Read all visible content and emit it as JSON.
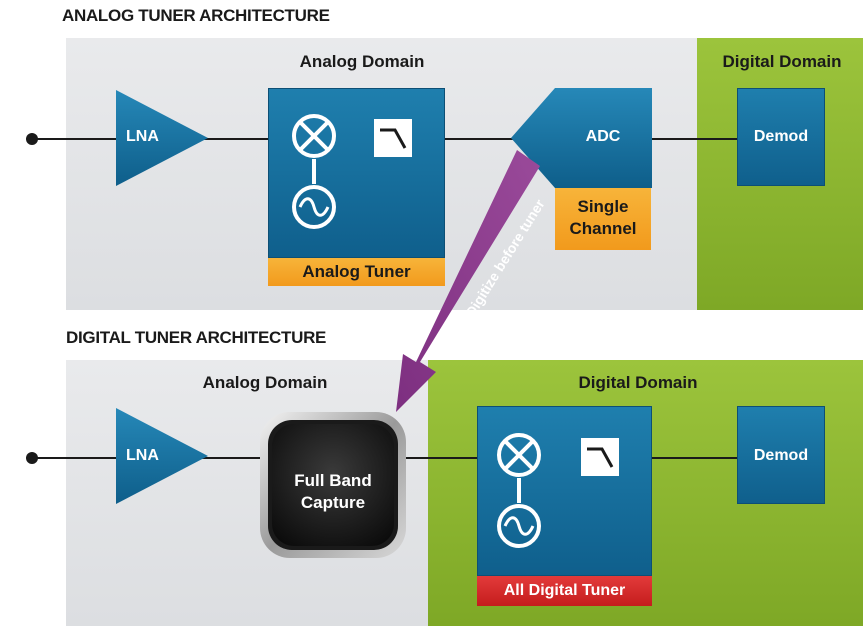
{
  "top": {
    "title": "ANALOG TUNER ARCHITECTURE",
    "analog_domain": "Analog Domain",
    "digital_domain": "Digital Domain",
    "lna": "LNA",
    "tuner_label": "Analog Tuner",
    "adc": "ADC",
    "single_channel_line1": "Single",
    "single_channel_line2": "Channel",
    "demod": "Demod"
  },
  "arrow": {
    "label": "Digitize before tuner",
    "color": "#8e3b8e"
  },
  "bottom": {
    "title": "DIGITAL TUNER ARCHITECTURE",
    "analog_domain": "Analog Domain",
    "digital_domain": "Digital Domain",
    "lna": "LNA",
    "capture_line1": "Full Band",
    "capture_line2": "Capture",
    "tuner_label": "All Digital Tuner",
    "demod": "Demod"
  },
  "colors": {
    "blue": "#1a73a3",
    "green": "#8ab832",
    "orange": "#f4a62a",
    "red": "#d22b2b",
    "grey_panel": "#e2e4e6"
  }
}
